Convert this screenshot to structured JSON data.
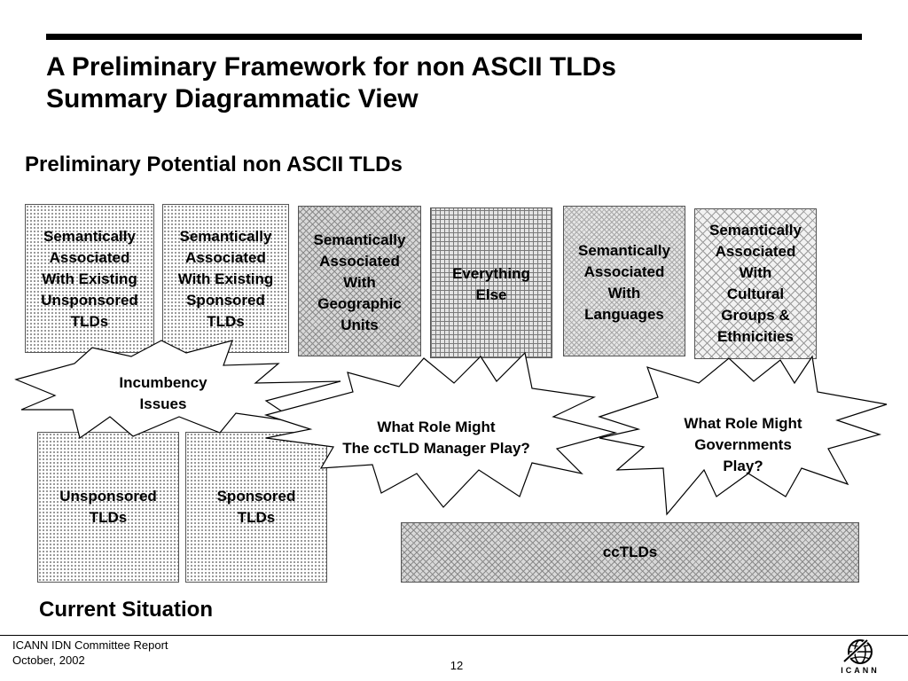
{
  "slide": {
    "title_line1": "A Preliminary Framework for non ASCII TLDs",
    "title_line2": "Summary Diagrammatic View"
  },
  "potential": {
    "heading": "Preliminary Potential non ASCII TLDs",
    "boxes": [
      {
        "label": "Semantically\nAssociated\nWith Existing\nUnsponsored\nTLDs",
        "pattern": "dots"
      },
      {
        "label": "Semantically\nAssociated\nWith Existing\nSponsored\nTLDs",
        "pattern": "dots"
      },
      {
        "label": "Semantically\nAssociated\nWith\nGeographic\nUnits",
        "pattern": "diamond"
      },
      {
        "label": "Everything\nElse",
        "pattern": "grid"
      },
      {
        "label": "Semantically\nAssociated\nWith\nLanguages",
        "pattern": "wave"
      },
      {
        "label": "Semantically\nAssociated\nWith\nCultural\nGroups &\nEthnicities",
        "pattern": "cross"
      }
    ]
  },
  "callouts": [
    {
      "label": "Incumbency\nIssues"
    },
    {
      "label": "What Role Might\nThe ccTLD Manager Play?"
    },
    {
      "label": "What Role Might\nGovernments\nPlay?"
    }
  ],
  "current": {
    "heading": "Current Situation",
    "boxes": [
      {
        "label": "Unsponsored\nTLDs",
        "pattern": "dots"
      },
      {
        "label": "Sponsored\nTLDs",
        "pattern": "dots"
      },
      {
        "label": "ccTLDs",
        "pattern": "diamond"
      }
    ]
  },
  "footer": {
    "report": "ICANN IDN Committee Report",
    "date": "October, 2002",
    "page": "12",
    "logo_text": "ICANN",
    "logo_icon": "globe-icon"
  }
}
